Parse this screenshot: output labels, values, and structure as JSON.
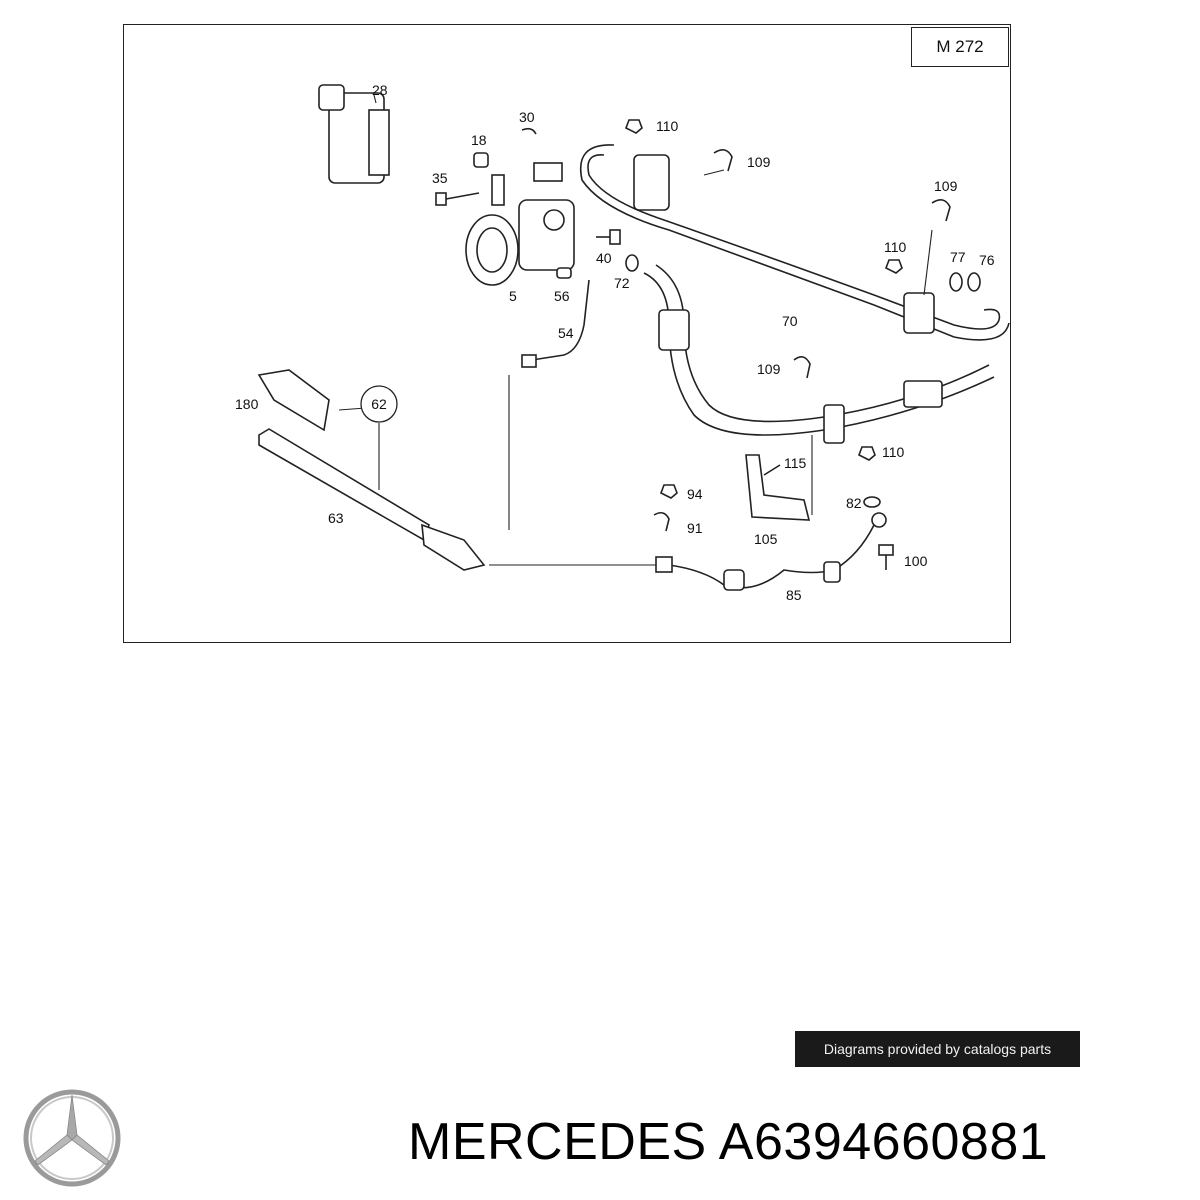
{
  "engine_code": "M 272",
  "credit_text": "Diagrams provided by catalogs parts",
  "footer": {
    "brand": "MERCEDES",
    "part_number": "A6394660881"
  },
  "callouts": [
    "28",
    "30",
    "18",
    "35",
    "5",
    "40",
    "56",
    "72",
    "54",
    "110",
    "109",
    "109",
    "110",
    "77",
    "76",
    "70",
    "109",
    "62",
    "180",
    "63",
    "115",
    "110",
    "94",
    "91",
    "82",
    "105",
    "100",
    "85"
  ],
  "highlighted_callout": "62"
}
